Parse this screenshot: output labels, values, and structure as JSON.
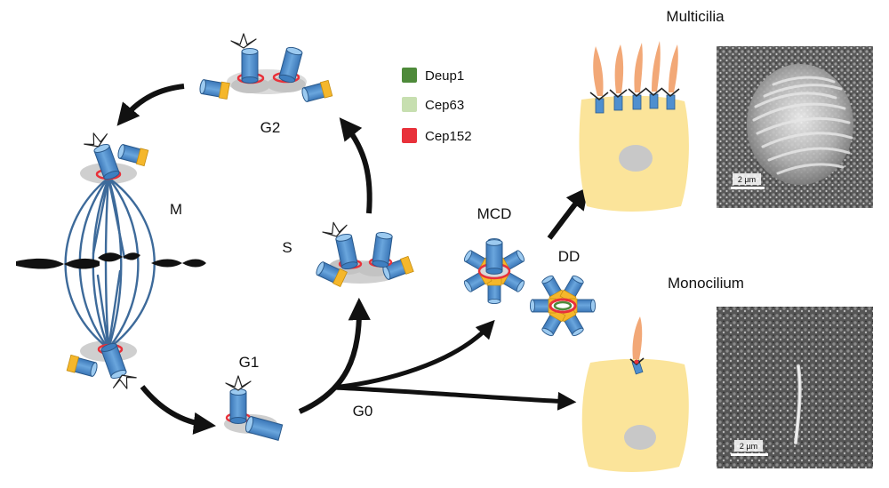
{
  "labels": {
    "g2": "G2",
    "m": "M",
    "s": "S",
    "g1": "G1",
    "g0": "G0",
    "mcd": "MCD",
    "dd": "DD",
    "multicilia": "Multicilia",
    "monocilium": "Monocilium"
  },
  "legend": [
    {
      "label": "Deup1",
      "color": "#4e8a3a"
    },
    {
      "label": "Cep63",
      "color": "#c7dfb0"
    },
    {
      "label": "Cep152",
      "color": "#e8313a"
    }
  ],
  "micrographs": {
    "multicilia_scale": "2 µm",
    "monocilium_scale": "2 µm"
  },
  "colors": {
    "centriole": "#4f8fcf",
    "appendage": "#f5b72b",
    "ring": "#e8313a",
    "cilium": "#f2a877",
    "cell": "#fbe49a",
    "nucleus": "#c8c8c8",
    "spindle": "#3d6a9a",
    "arrow": "#111111"
  }
}
